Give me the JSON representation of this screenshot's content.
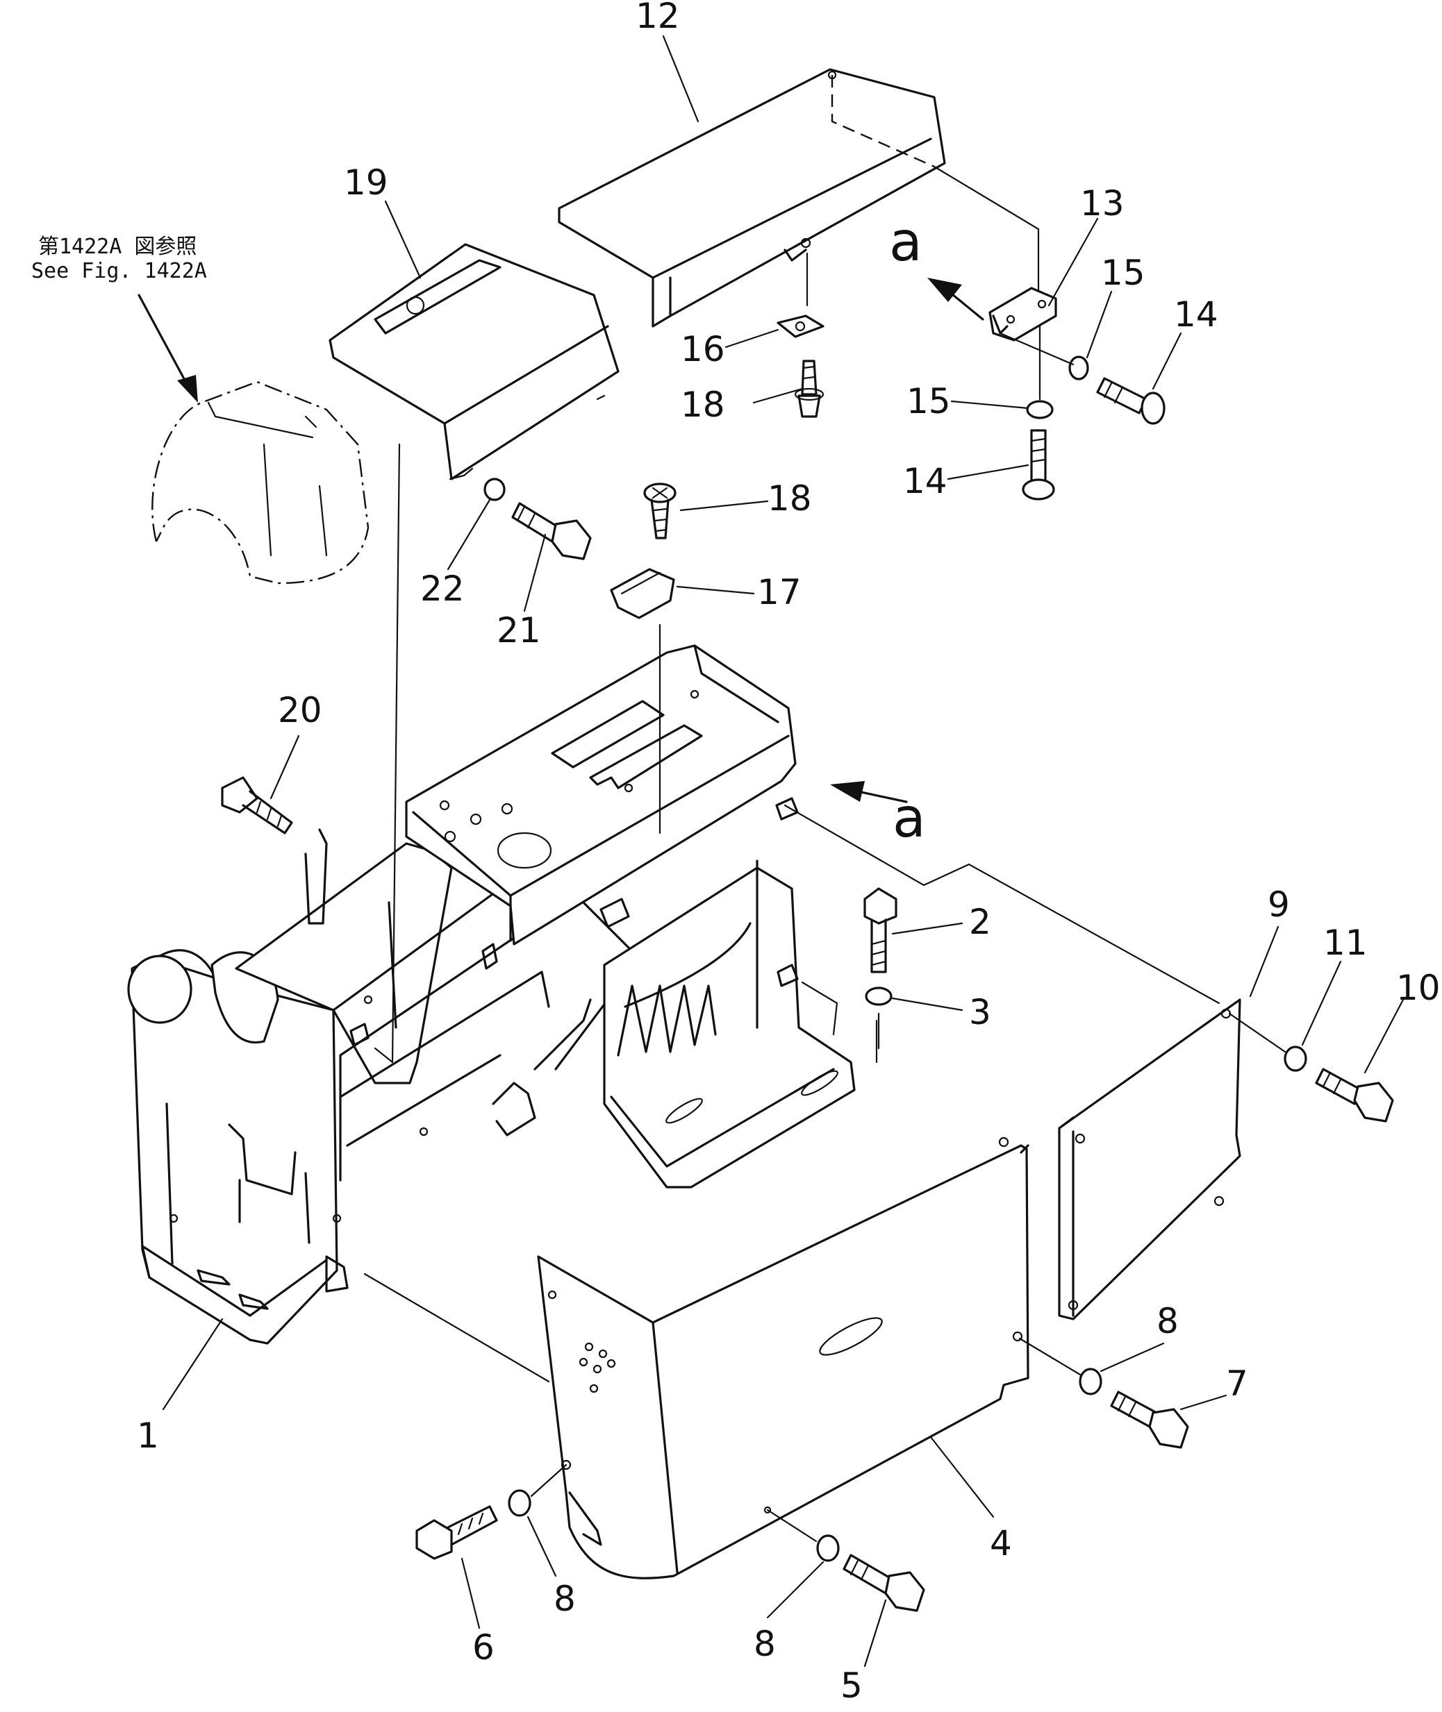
{
  "reference_note": {
    "line1": "第1422A 図参照",
    "line2": "See Fig. 1422A"
  },
  "view_letter": "a",
  "callouts": [
    "1",
    "2",
    "3",
    "4",
    "5",
    "6",
    "7",
    "8",
    "9",
    "10",
    "11",
    "12",
    "13",
    "14",
    "15",
    "16",
    "17",
    "18",
    "19",
    "20",
    "21",
    "22"
  ]
}
